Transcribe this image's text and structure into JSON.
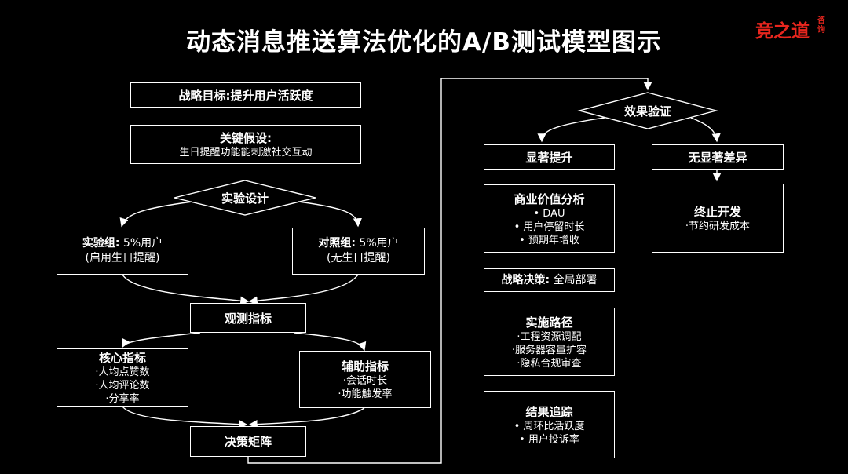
{
  "title": "动态消息推送算法优化的A/B测试模型图示",
  "logo": {
    "main": "竞之道",
    "sub": "咨询"
  },
  "left": {
    "goal": "战略目标:提升用户活跃度",
    "hypothesis": {
      "title": "关键假设:",
      "text": "生日提醒功能能刺激社交互动"
    },
    "design": "实验设计",
    "experiment": {
      "bold": "实验组:",
      "pct": " 5%用户",
      "note": "(启用生日提醒)"
    },
    "control": {
      "bold": "对照组:",
      "pct": " 5%用户",
      "note": "(无生日提醒)"
    },
    "observe": "观测指标",
    "core": {
      "title": "核心指标",
      "items": [
        "·人均点赞数",
        "·人均评论数",
        "·分享率"
      ]
    },
    "aux": {
      "title": "辅助指标",
      "items": [
        "·会话时长",
        "·功能触发率"
      ]
    },
    "decision": "决策矩阵"
  },
  "right": {
    "verify": "效果验证",
    "significant": "显著提升",
    "no_sig": "无显著差异",
    "biz": {
      "title": "商业价值分析",
      "items": [
        "•  DAU",
        "•  用户停留时长",
        "•  预期年增收"
      ]
    },
    "strategy": {
      "bold": "战略决策:",
      "text": " 全局部署"
    },
    "path": {
      "title": "实施路径",
      "items": [
        "·工程资源调配",
        "·服务器容量扩容",
        "·隐私合规审查"
      ]
    },
    "track": {
      "title": "结果追踪",
      "items": [
        "•  周环比活跃度",
        "•  用户投诉率"
      ]
    },
    "stop": {
      "title": "终止开发",
      "items": [
        "·节约研发成本"
      ]
    }
  }
}
